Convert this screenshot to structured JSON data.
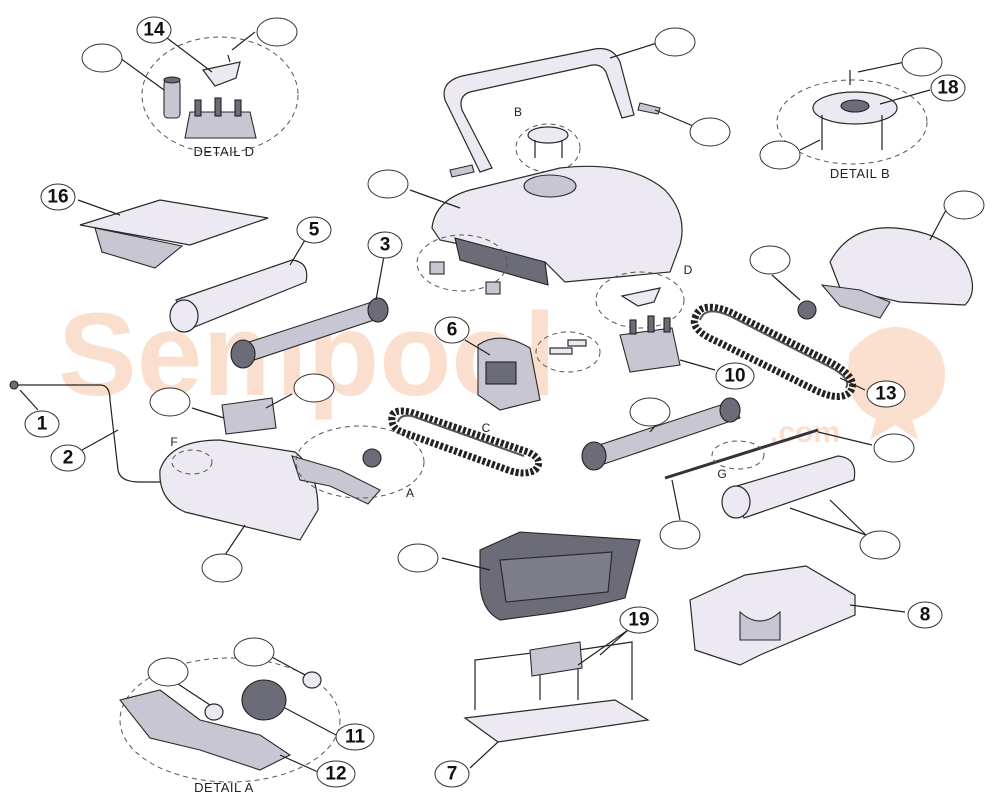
{
  "watermark": {
    "brand": "Sempool",
    "sub": ".com"
  },
  "detail_labels": {
    "detail_d": "DETAIL D",
    "detail_b": "DETAIL B",
    "detail_a": "DETAIL A"
  },
  "letter_labels": {
    "b": "B",
    "d": "D",
    "f": "F",
    "a": "A",
    "c": "C",
    "g": "G"
  },
  "callouts": {
    "n14": "14",
    "n18": "18",
    "n16": "16",
    "n5": "5",
    "n3": "3",
    "n6": "6",
    "n10": "10",
    "n13": "13",
    "n1": "1",
    "n2": "2",
    "n8": "8",
    "n19": "19",
    "n11": "11",
    "n12": "12",
    "n7": "7"
  },
  "colors": {
    "part_fill": "#ece9f2",
    "part_dark": "#6c6b78",
    "watermark": "#f6b48c",
    "outline": "#2a2a2a"
  }
}
